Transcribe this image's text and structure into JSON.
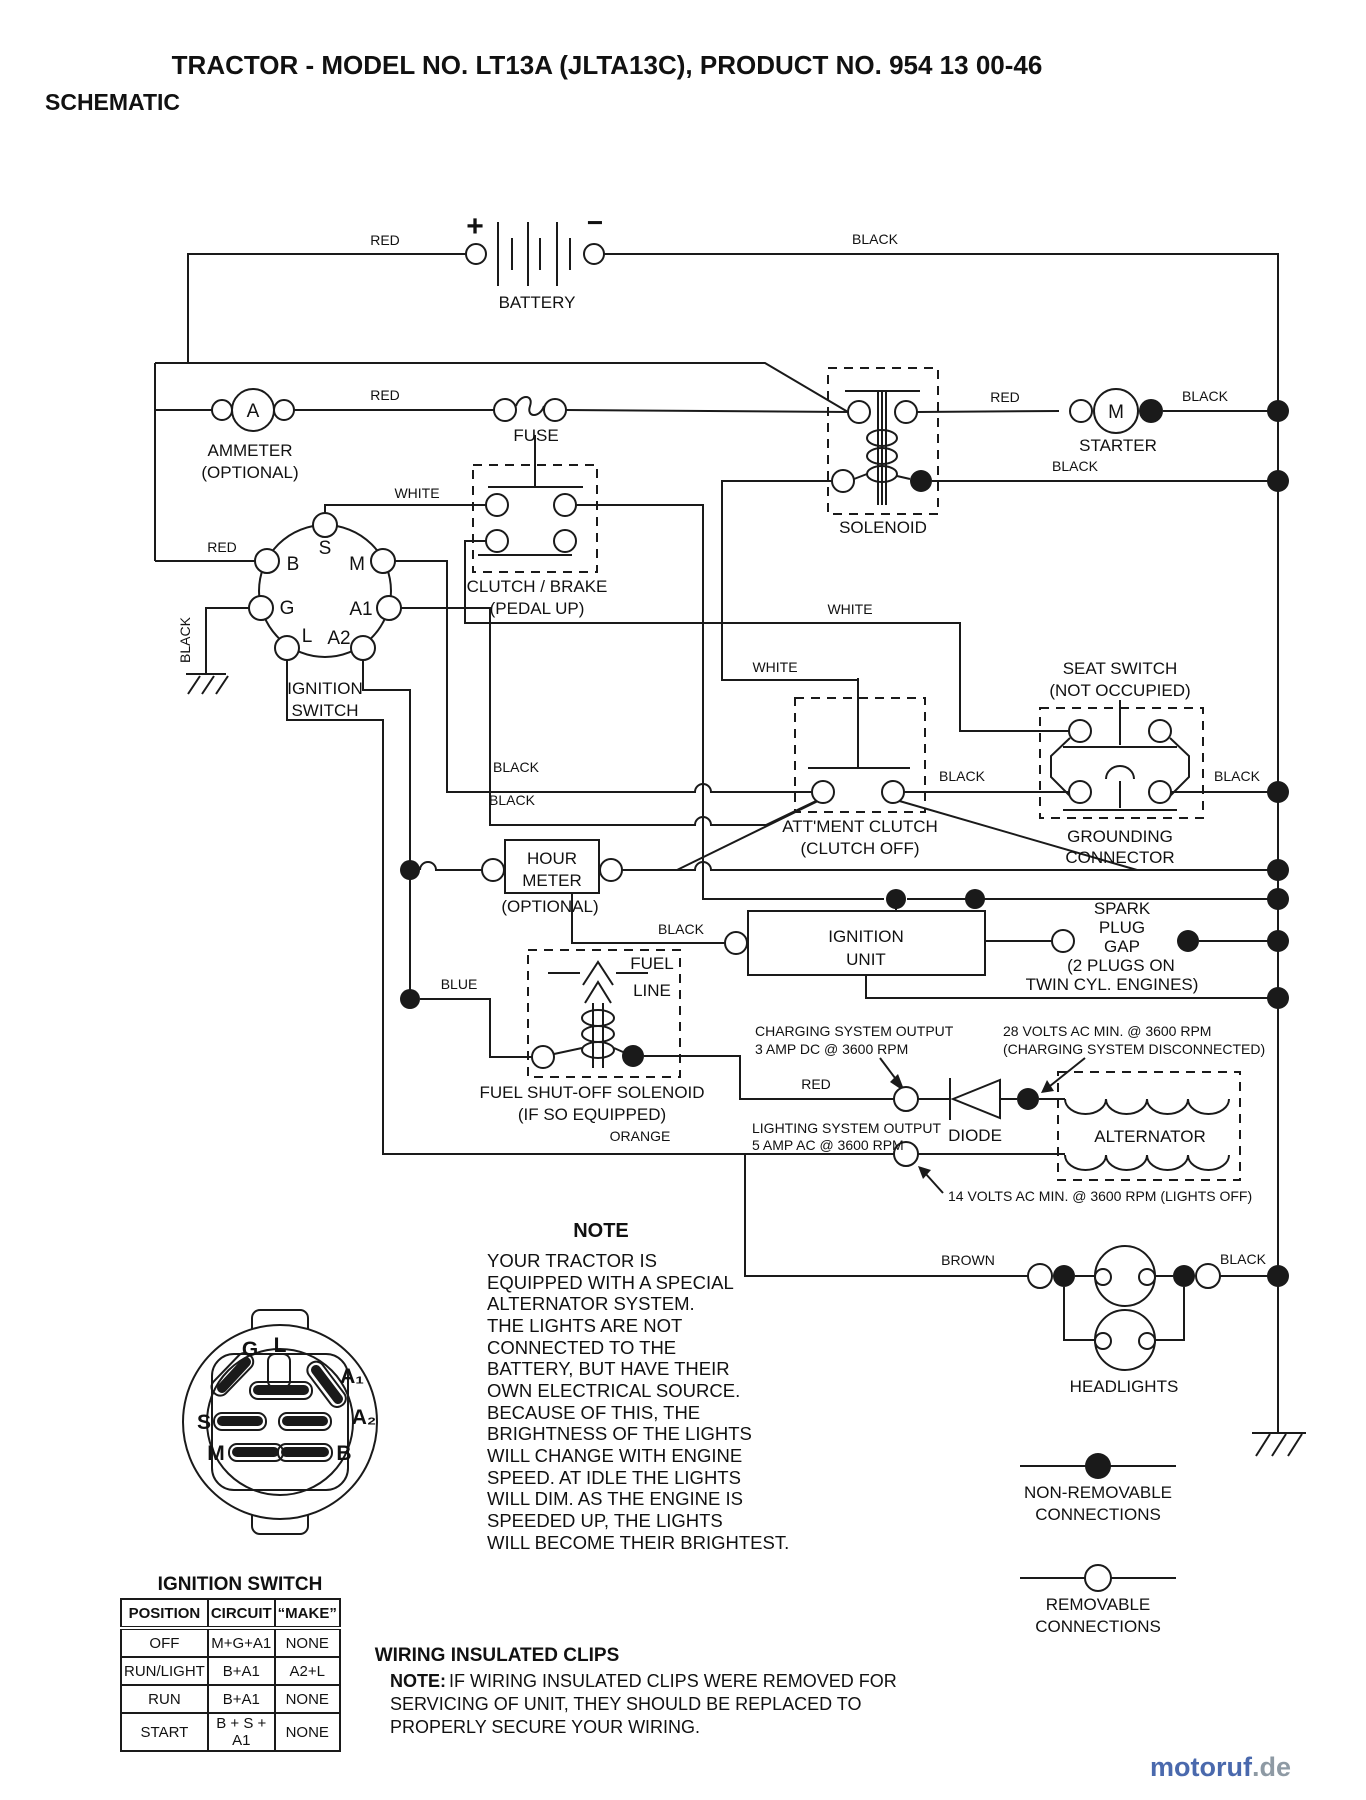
{
  "title": {
    "line1": "TRACTOR - MODEL NO. LT13A (JLTA13C), PRODUCT NO. 954 13 00-46",
    "line2": "SCHEMATIC"
  },
  "components": {
    "battery": "BATTERY",
    "ammeter": [
      "AMMETER",
      "(OPTIONAL)"
    ],
    "ammeter_symbol": "A",
    "fuse": "FUSE",
    "solenoid": "SOLENOID",
    "starter": "STARTER",
    "starter_symbol": "M",
    "clutch_brake": [
      "CLUTCH / BRAKE",
      "(PEDAL UP)"
    ],
    "ignition_switch": [
      "IGNITION",
      "SWITCH"
    ],
    "seat_switch": [
      "SEAT SWITCH",
      "(NOT OCCUPIED)"
    ],
    "attment_clutch": [
      "ATT'MENT CLUTCH",
      "(CLUTCH OFF)"
    ],
    "grounding_connector": [
      "GROUNDING",
      "CONNECTOR"
    ],
    "hour_meter": [
      "HOUR",
      "METER",
      "(OPTIONAL)"
    ],
    "ignition_unit": [
      "IGNITION",
      "UNIT"
    ],
    "spark_plug": [
      "SPARK",
      "PLUG",
      "GAP",
      "(2 PLUGS ON",
      "TWIN CYL. ENGINES)"
    ],
    "fuel_line": [
      "FUEL",
      "LINE"
    ],
    "fuel_solenoid": [
      "FUEL SHUT-OFF SOLENOID",
      "(IF SO EQUIPPED)"
    ],
    "diode": "DIODE",
    "alternator": "ALTERNATOR",
    "headlights": "HEADLIGHTS"
  },
  "wire_colors": {
    "red": "RED",
    "black": "BLACK",
    "white": "WHITE",
    "blue": "BLUE",
    "orange": "ORANGE",
    "brown": "BROWN"
  },
  "annotations": {
    "battery_plus": "+",
    "battery_minus": "−",
    "charging": [
      "CHARGING SYSTEM OUTPUT",
      "3 AMP DC @ 3600 RPM"
    ],
    "volts28": [
      "28 VOLTS AC MIN. @ 3600 RPM",
      "(CHARGING SYSTEM DISCONNECTED)"
    ],
    "lighting": [
      "LIGHTING SYSTEM OUTPUT",
      "5 AMP AC @ 3600 RPM"
    ],
    "volts14": "14 VOLTS AC MIN. @ 3600 RPM (LIGHTS OFF)"
  },
  "ignition_pins": {
    "s": "S",
    "b": "B",
    "m": "M",
    "g": "G",
    "a1": "A1",
    "l": "L",
    "a2": "A2"
  },
  "note": {
    "title": "NOTE",
    "lines": [
      "YOUR TRACTOR IS",
      "EQUIPPED WITH A SPECIAL",
      "ALTERNATOR SYSTEM.",
      "THE LIGHTS ARE NOT",
      "CONNECTED TO THE",
      "BATTERY, BUT HAVE THEIR",
      "OWN ELECTRICAL SOURCE.",
      "BECAUSE OF THIS, THE",
      "BRIGHTNESS OF THE LIGHTS",
      "WILL CHANGE WITH ENGINE",
      "SPEED.  AT IDLE THE LIGHTS",
      "WILL DIM.  AS THE ENGINE IS",
      "SPEEDED UP, THE LIGHTS",
      "WILL BECOME THEIR BRIGHTEST."
    ]
  },
  "connector": {
    "title": "IGNITION SWITCH",
    "pins": {
      "g": "G",
      "l": "L",
      "a1": "A₁",
      "a2": "A₂",
      "s": "S",
      "m": "M",
      "b": "B"
    }
  },
  "table": {
    "headers": [
      "POSITION",
      "CIRCUIT",
      "“MAKE”"
    ],
    "rows": [
      [
        "OFF",
        "M+G+A1",
        "NONE"
      ],
      [
        "RUN/LIGHT",
        "B+A1",
        "A2+L"
      ],
      [
        "RUN",
        "B+A1",
        "NONE"
      ],
      [
        "START",
        "B + S + A1",
        "NONE"
      ]
    ]
  },
  "legend": {
    "non_removable": [
      "NON-REMOVABLE",
      "CONNECTIONS"
    ],
    "removable": [
      "REMOVABLE",
      "CONNECTIONS"
    ]
  },
  "clips": {
    "title": "WIRING INSULATED CLIPS",
    "note_bold": "NOTE:",
    "line1": "IF WIRING INSULATED CLIPS WERE REMOVED FOR",
    "line2": "SERVICING OF UNIT, THEY SHOULD BE REPLACED TO",
    "line3": "PROPERLY SECURE YOUR WIRING."
  },
  "watermark": {
    "name": "motoruf",
    "tld": ".de"
  },
  "colors": {
    "ink": "#1a1a1a",
    "background": "#ffffff",
    "watermark_blue": "#4a69ad",
    "watermark_gray": "#8e9aa4"
  }
}
